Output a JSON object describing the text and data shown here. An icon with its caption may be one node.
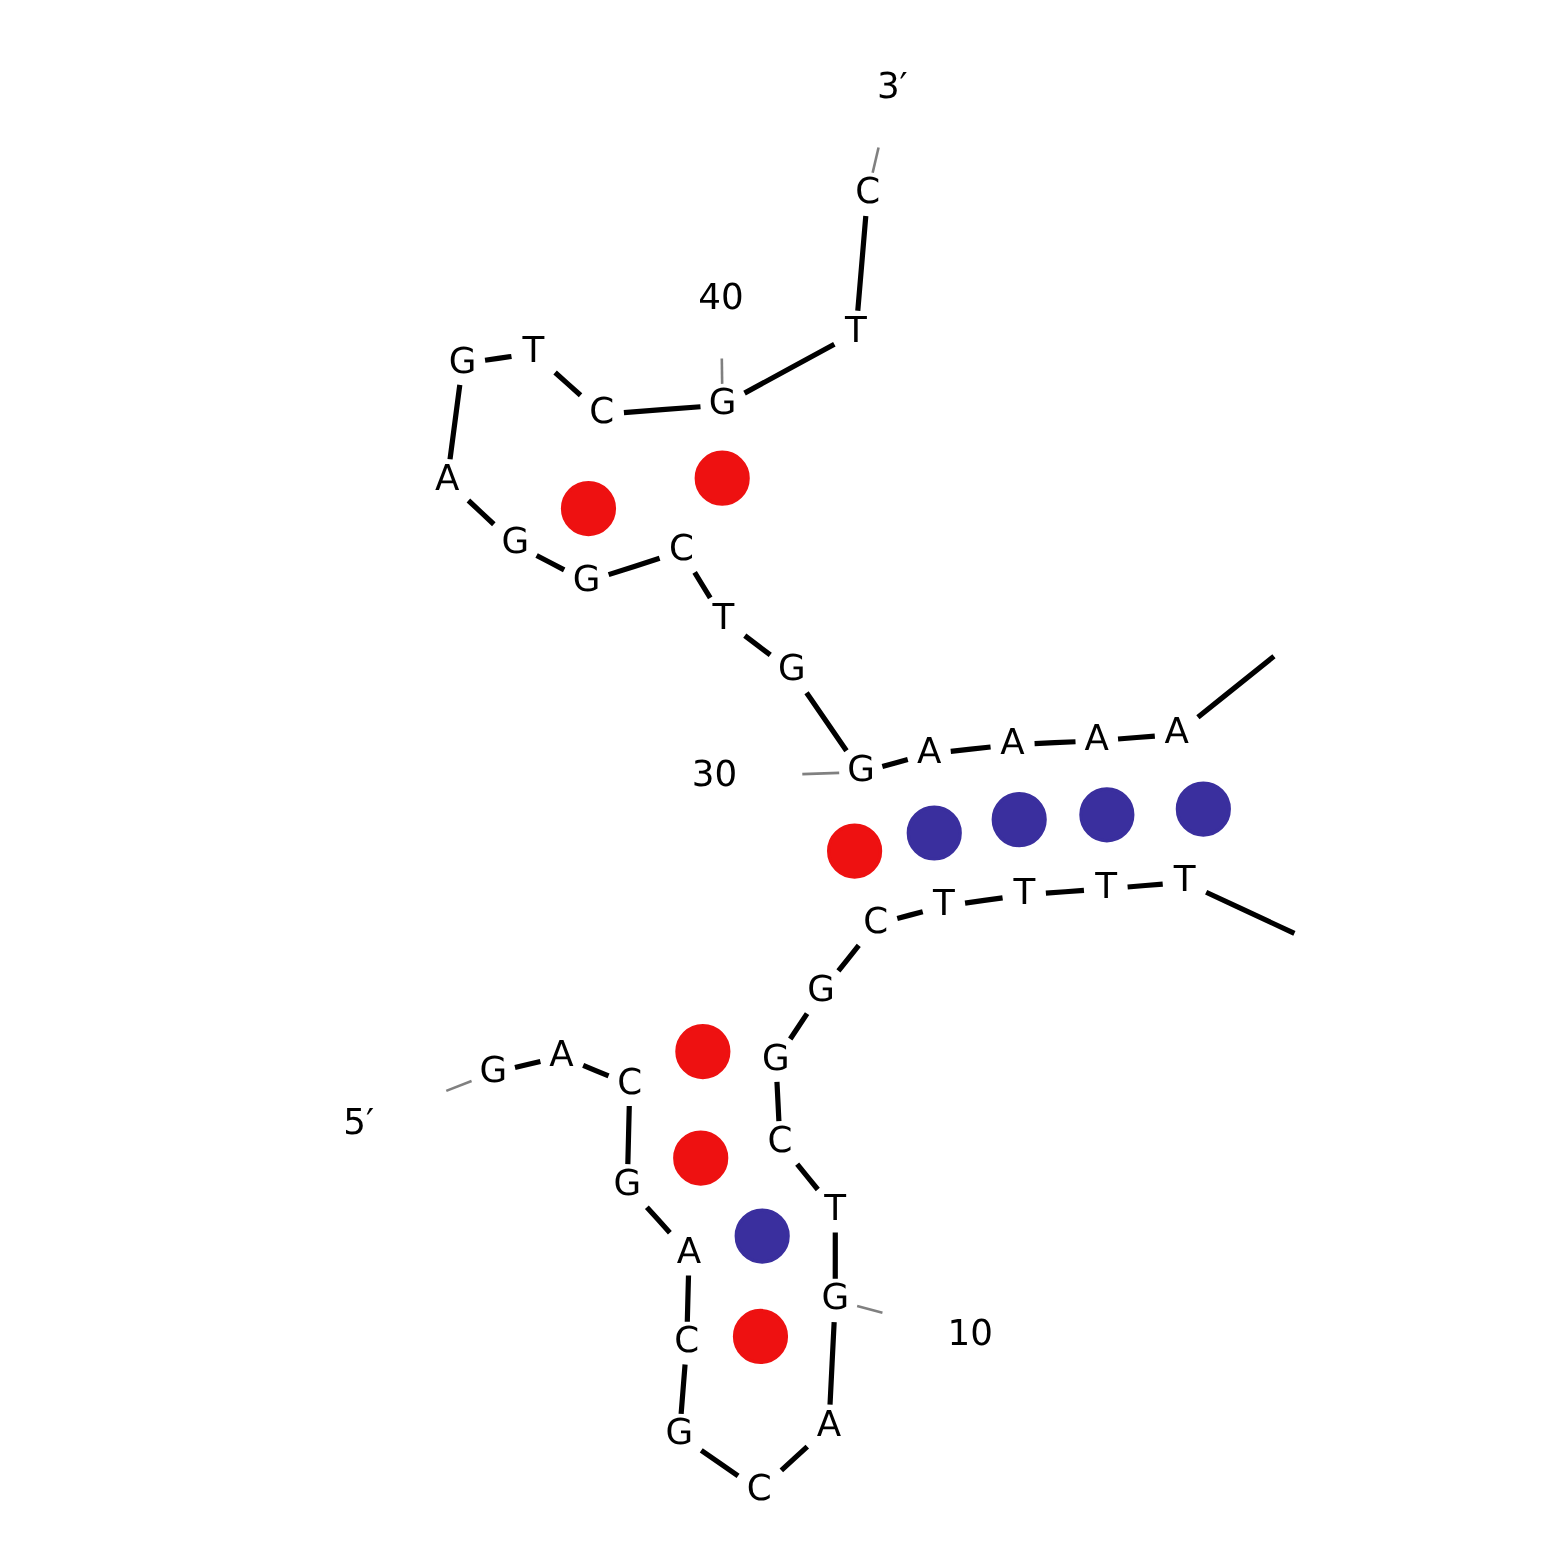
{
  "diagram": {
    "nodes": [
      {
        "text": [
          "5′"
        ]
      },
      {
        "text": [
          "G"
        ]
      },
      {
        "text": [
          "A"
        ]
      },
      {
        "text": [
          "C"
        ]
      },
      {
        "text": [
          "G"
        ]
      },
      {
        "text": [
          "A"
        ]
      },
      {
        "text": [
          "C"
        ]
      },
      {
        "text": [
          "G"
        ]
      },
      {
        "text": [
          "C"
        ]
      },
      {
        "text": [
          "A"
        ]
      },
      {
        "text": [
          "G"
        ]
      },
      {
        "text": [
          "T"
        ]
      },
      {
        "text": [
          "C"
        ]
      },
      {
        "text": [
          "G"
        ]
      },
      {
        "text": [
          "G"
        ]
      },
      {
        "text": [
          "C"
        ]
      },
      {
        "text": [
          "T"
        ]
      },
      {
        "text": [
          "T"
        ]
      },
      {
        "text": [
          "T"
        ]
      },
      {
        "text": [
          "T"
        ]
      },
      {
        "text": [
          "A"
        ]
      },
      {
        "text": [
          "A"
        ]
      },
      {
        "text": [
          "A"
        ]
      },
      {
        "text": [
          "A"
        ]
      },
      {
        "text": [
          "G"
        ]
      },
      {
        "text": [
          "G"
        ]
      },
      {
        "text": [
          "T"
        ]
      },
      {
        "text": [
          "C"
        ]
      },
      {
        "text": [
          "G"
        ]
      },
      {
        "text": [
          "G"
        ]
      },
      {
        "text": [
          "A"
        ]
      },
      {
        "text": [
          "G"
        ]
      },
      {
        "text": [
          "T"
        ]
      },
      {
        "text": [
          "C"
        ]
      },
      {
        "text": [
          "G"
        ]
      },
      {
        "text": [
          "T"
        ]
      },
      {
        "text": [
          "C"
        ]
      },
      {
        "text": [
          "3′"
        ]
      },
      {
        "text": [
          "10"
        ]
      },
      {
        "text": [
          "30"
        ]
      },
      {
        "text": [
          "40"
        ]
      },
      {
        "text": [],
        "shape": "circle"
      },
      {
        "text": [],
        "shape": "circle"
      },
      {
        "text": [],
        "shape": "circle"
      },
      {
        "text": [],
        "shape": "circle"
      },
      {
        "text": [],
        "shape": "circle"
      },
      {
        "text": [],
        "shape": "circle"
      },
      {
        "text": [],
        "shape": "circle"
      },
      {
        "text": [],
        "shape": "circle"
      },
      {
        "text": [],
        "shape": "circle"
      },
      {
        "text": [],
        "shape": "circle"
      },
      {
        "text": [],
        "shape": "circle"
      }
    ],
    "edges": [
      {
        "from": 0,
        "to": 1,
        "arrow": "none",
        "color": "#808080"
      },
      {
        "from": 1,
        "to": 2,
        "arrow": "none"
      },
      {
        "from": 2,
        "to": 3,
        "arrow": "none"
      },
      {
        "from": 3,
        "to": 4,
        "arrow": "none"
      },
      {
        "from": 4,
        "to": 5,
        "arrow": "none"
      },
      {
        "from": 5,
        "to": 6,
        "arrow": "none"
      },
      {
        "from": 6,
        "to": 7,
        "arrow": "none"
      },
      {
        "from": 7,
        "to": 8,
        "arrow": "none"
      },
      {
        "from": 8,
        "to": 9,
        "arrow": "none"
      },
      {
        "from": 9,
        "to": 10,
        "arrow": "none"
      },
      {
        "from": 10,
        "to": 11,
        "arrow": "none"
      },
      {
        "from": 11,
        "to": 12,
        "arrow": "none"
      },
      {
        "from": 12,
        "to": 13,
        "arrow": "none"
      },
      {
        "from": 13,
        "to": 14,
        "arrow": "none"
      },
      {
        "from": 14,
        "to": 15,
        "arrow": "none"
      },
      {
        "from": 15,
        "to": 16,
        "arrow": "none"
      },
      {
        "from": 16,
        "to": 17,
        "arrow": "none"
      },
      {
        "from": 17,
        "to": 18,
        "arrow": "none"
      },
      {
        "from": 18,
        "to": 19,
        "arrow": "none"
      },
      {
        "from": 19,
        "to": null,
        "arrow": "none"
      },
      {
        "from": null,
        "to": 20,
        "arrow": "none"
      },
      {
        "from": 20,
        "to": 21,
        "arrow": "none"
      },
      {
        "from": 21,
        "to": 22,
        "arrow": "none"
      },
      {
        "from": 22,
        "to": 23,
        "arrow": "none"
      },
      {
        "from": 23,
        "to": 24,
        "arrow": "none"
      },
      {
        "from": 24,
        "to": 25,
        "arrow": "none"
      },
      {
        "from": 25,
        "to": 26,
        "arrow": "none"
      },
      {
        "from": 26,
        "to": 27,
        "arrow": "none"
      },
      {
        "from": 27,
        "to": 28,
        "arrow": "none"
      },
      {
        "from": 28,
        "to": 29,
        "arrow": "none"
      },
      {
        "from": 29,
        "to": 30,
        "arrow": "none"
      },
      {
        "from": 30,
        "to": 31,
        "arrow": "none"
      },
      {
        "from": 31,
        "to": 32,
        "arrow": "none"
      },
      {
        "from": 32,
        "to": 33,
        "arrow": "none"
      },
      {
        "from": 33,
        "to": 34,
        "arrow": "none"
      },
      {
        "from": 34,
        "to": 35,
        "arrow": "none"
      },
      {
        "from": 35,
        "to": 36,
        "arrow": "none"
      },
      {
        "from": 36,
        "to": 37,
        "arrow": "none",
        "color": "#808080"
      },
      {
        "from": 38,
        "to": 10,
        "arrow": "none",
        "color": "#808080"
      },
      {
        "from": 39,
        "to": 24,
        "arrow": "none",
        "color": "#808080"
      },
      {
        "from": 40,
        "to": 34,
        "arrow": "none",
        "color": "#808080"
      }
    ]
  }
}
